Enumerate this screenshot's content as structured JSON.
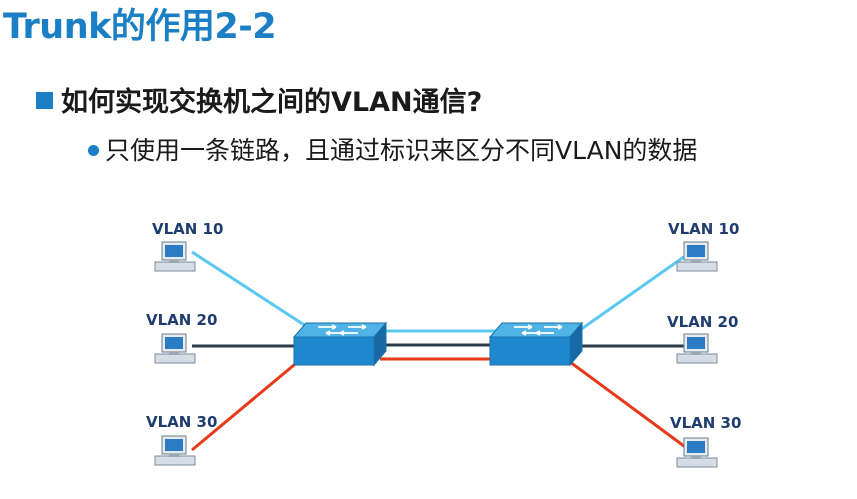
{
  "slide": {
    "title": "Trunk的作用2-2",
    "bullet_main": "如何实现交换机之间的VLAN通信?",
    "bullet_sub": "只使用一条链路，且通过标识来区分不同VLAN的数据"
  },
  "diagram": {
    "left_pcs": [
      {
        "label": "VLAN 10"
      },
      {
        "label": "VLAN 20"
      },
      {
        "label": "VLAN 30"
      }
    ],
    "right_pcs": [
      {
        "label": "VLAN 10"
      },
      {
        "label": "VLAN 20"
      },
      {
        "label": "VLAN 30"
      }
    ],
    "link_colors": {
      "vlan10": "#5bc8f0",
      "vlan20": "#2a3a4a",
      "vlan30": "#e8391a"
    },
    "icons": {
      "switch": "network-switch-icon",
      "pc": "desktop-computer-icon"
    }
  }
}
